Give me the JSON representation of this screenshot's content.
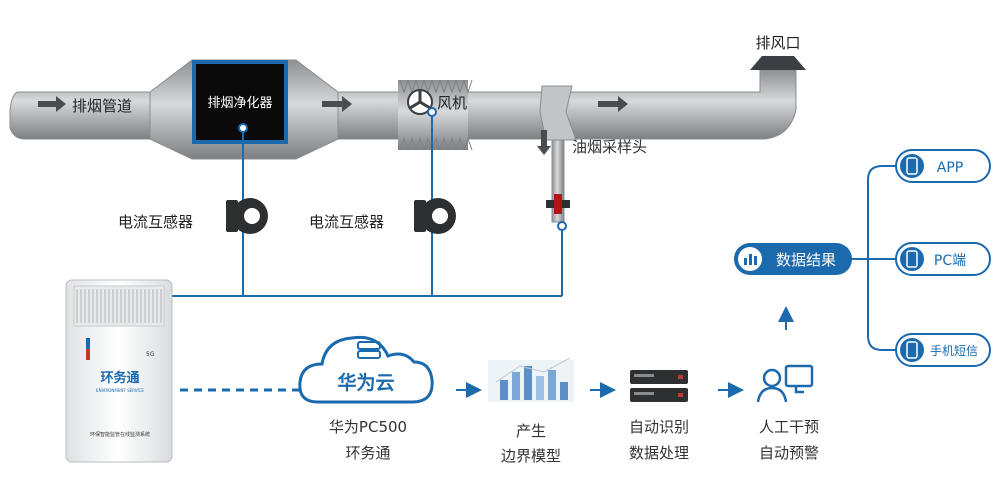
{
  "duct": {
    "inlet_label": "排烟管道",
    "purifier_label": "排烟净化器",
    "fan_label": "风机",
    "exhaust_label": "排风口",
    "sampling_label": "油烟采样头"
  },
  "sensors": [
    {
      "label": "电流互感器"
    },
    {
      "label": "电流互感器"
    }
  ],
  "device": {
    "brand": "环务通",
    "subtitle": "ENVIRONMENT SERVICE",
    "footer": "环保智能监管在线监测系统"
  },
  "cloud": {
    "label": "华为云"
  },
  "steps": [
    {
      "lines": [
        "华为PC500",
        "环务通"
      ]
    },
    {
      "lines": [
        "产生",
        "边界模型"
      ]
    },
    {
      "lines": [
        "自动识别",
        "数据处理"
      ]
    },
    {
      "lines": [
        "人工干预",
        "自动预警"
      ]
    }
  ],
  "result": {
    "label": "数据结果"
  },
  "outputs": [
    {
      "label": "APP"
    },
    {
      "label": "PC端"
    },
    {
      "label": "手机短信"
    }
  ],
  "colors": {
    "accent": "#1a6aad",
    "pipe": "#a9acaf",
    "pipe_dark": "#6e7275",
    "text": "#222222",
    "line": "#1a6aad"
  }
}
